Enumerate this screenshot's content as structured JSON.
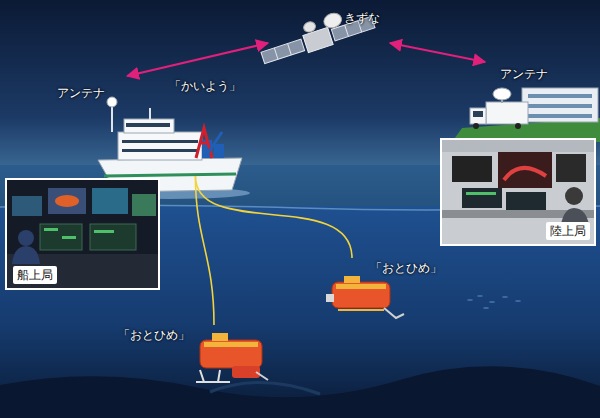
{
  "diagram": {
    "nodes": [
      {
        "text": [
          "きずな"
        ]
      },
      {
        "text": [
          "アンテナ",
          "「かいよう」"
        ]
      },
      {
        "text": [
          "アンテナ"
        ]
      },
      {
        "text": [
          "船上局"
        ]
      },
      {
        "text": [
          "陸上局"
        ]
      },
      {
        "text": [
          "「おとひめ」"
        ]
      },
      {
        "text": [
          "「おとひめ」"
        ]
      }
    ],
    "edges": [
      {
        "from": 1,
        "to": 0,
        "arrow": "both"
      },
      {
        "from": 0,
        "to": 2,
        "arrow": "both"
      },
      {
        "from": 1,
        "to": 5,
        "arrow": "none"
      },
      {
        "from": 1,
        "to": 6,
        "arrow": "none"
      }
    ]
  }
}
